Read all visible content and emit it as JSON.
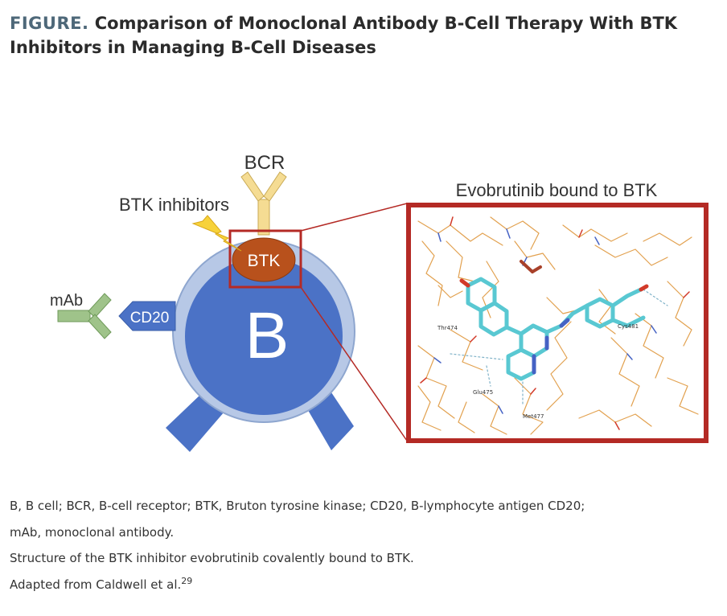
{
  "figure": {
    "label": "FIGURE.",
    "title": "Comparison of Monoclonal Antibody B-Cell Therapy With BTK Inhibitors in Managing B-Cell Diseases"
  },
  "diagram": {
    "bcr_label": "BCR",
    "btk_inhibitors_label": "BTK inhibitors",
    "btk_label": "BTK",
    "mab_label": "mAb",
    "cd20_label": "CD20",
    "cell_label": "B",
    "inset_title": "Evobrutinib bound to BTK",
    "residues": {
      "thr474": "Thr474",
      "glu475": "Glu475",
      "met477": "Met477",
      "cys481": "Cys481"
    },
    "colors": {
      "cell_outer": "#b7c8e6",
      "cell_inner": "#4b72c6",
      "btk": "#b8511c",
      "box": "#b42a25",
      "bcr": "#f5dc93",
      "mab": "#9fc38a",
      "cd20": "#4b72c6",
      "bolt": "#f7d23a"
    }
  },
  "caption": {
    "line1": "B, B cell; BCR, B-cell receptor; BTK, Bruton tyrosine kinase; CD20, B-lymphocyte antigen CD20;",
    "line2": "mAb, monoclonal antibody.",
    "line3": "Structure of the BTK inhibitor evobrutinib covalently bound to BTK.",
    "line4": "Adapted from Caldwell et al.",
    "ref": "29"
  }
}
